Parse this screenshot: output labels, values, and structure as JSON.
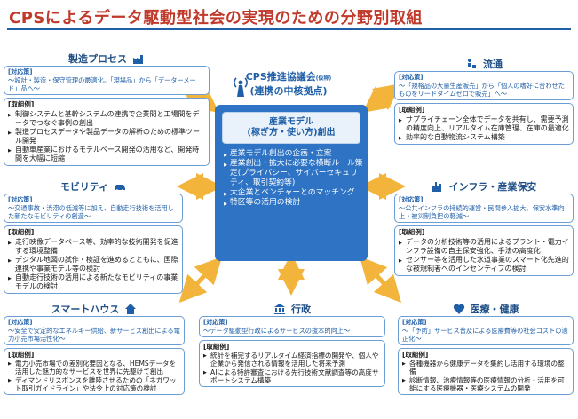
{
  "title": "CPSによるデータ駆動型社会の実現のための分野別取組",
  "council": {
    "name": "CPS推進協議会",
    "name_note": "(仮称)",
    "subtitle": "(連携の中核拠点)"
  },
  "center": {
    "model_line1": "産業モデル",
    "model_line2": "(稼ぎ方・使い方)創出",
    "items": [
      "産業モデル創出の企画・立案",
      "産業創出・拡大に必要な横断ルール策定(プライバシー、サイバーセキュリティ、取引契約等)",
      "大企業とベンチャーとのマッチング",
      "特区等の活用の検討"
    ]
  },
  "target_label": "[対応策]",
  "example_label": "[取組例]",
  "panels": {
    "manufacturing": {
      "heading": "製造プロセス",
      "icon": "factory-icon",
      "target": "～設計・製造・保守管理の最適化。「現場品」から「データーメード」品へ～",
      "examples": [
        "制御システムと基幹システムの連携で企業間と工場間をデータでつなぐ事例の創出",
        "製造プロセスデータや製品データの解析のための標準ツール開発",
        "自動車産業におけるモデルベース開発の活用など、開発時間を大幅に短縮"
      ]
    },
    "distribution": {
      "heading": "流通",
      "icon": "delivery-icon",
      "target": "～「規格品の大量生産販売」から「個人の嗜好に合わせたものをリードタイムゼロで販売」へ～",
      "examples": [
        "サプライチェーン全体でデータを共有し、需要予測の精度向上、リアルタイム在庫管理、在庫の最適化",
        "効率的な自動物流システム構築"
      ]
    },
    "mobility": {
      "heading": "モビリティ",
      "icon": "car-icon",
      "target": "～交通事故・渋滞の低減等に加え、自動走行技術を活用した新たなモビリティの創造～",
      "examples": [
        "走行映像データベース等、効率的な技術開発を促進する環境整備",
        "デジタル地図の試作・検証を進めるとともに、国際連携や事業モデル等の検討",
        "自動走行技術の活用による新たなモビリティの事業モデルの検討"
      ]
    },
    "infrastructure": {
      "heading": "インフラ・産業保安",
      "icon": "plant-icon",
      "target": "～公共インフラの持続的運営・民間参入拡大、保安水準向上・被災制負担の軽減～",
      "examples": [
        "データの分析技術等の活用によるプラント・電力インフラ設備の自主保安強化、手法の高度化",
        "センサー等を活用した水道事業のスマート化先進的な被規制者へのインセンティブの検討"
      ]
    },
    "smarthouse": {
      "heading": "スマートハウス",
      "icon": "house-icon",
      "target": "～安全で安定的なエネルギー供給、新サービス創出による電力小売市場活性化～",
      "examples": [
        "電力小売市場での差別化要因となる、HEMSデータを活用した魅力的なサービスを世界に先駆けて創出",
        "ディマンドリスポンスを離陸させるための「ネガワット取引ガイドライン」や法令上の対応策の検討"
      ]
    },
    "government": {
      "heading": "行政",
      "icon": "government-icon",
      "target": "～データ駆動型行政によるサービスの抜本的向上～",
      "examples": [
        "統計を補完するリアルタイム経済指標の開発や、個人や企業から発信される情報を活用した将来予測",
        "AIによる特許審査における先行技術文献調査等の高度サポートシステム構築"
      ]
    },
    "healthcare": {
      "heading": "医療・健康",
      "icon": "health-icon",
      "target": "～「予防」サービス普及による医療費等の社会コストの適正化～",
      "examples": [
        "各種機器から健康データを集約し活用する環境の整備",
        "診断情報、治療情報等の医療情報の分析・活用を可能にする医療機器・医療システムの開発"
      ]
    }
  },
  "colors": {
    "accent": "#1f5fa8",
    "title": "#c0392b",
    "center_bg": "#2e73c4",
    "arrow": "#f2b43a"
  }
}
